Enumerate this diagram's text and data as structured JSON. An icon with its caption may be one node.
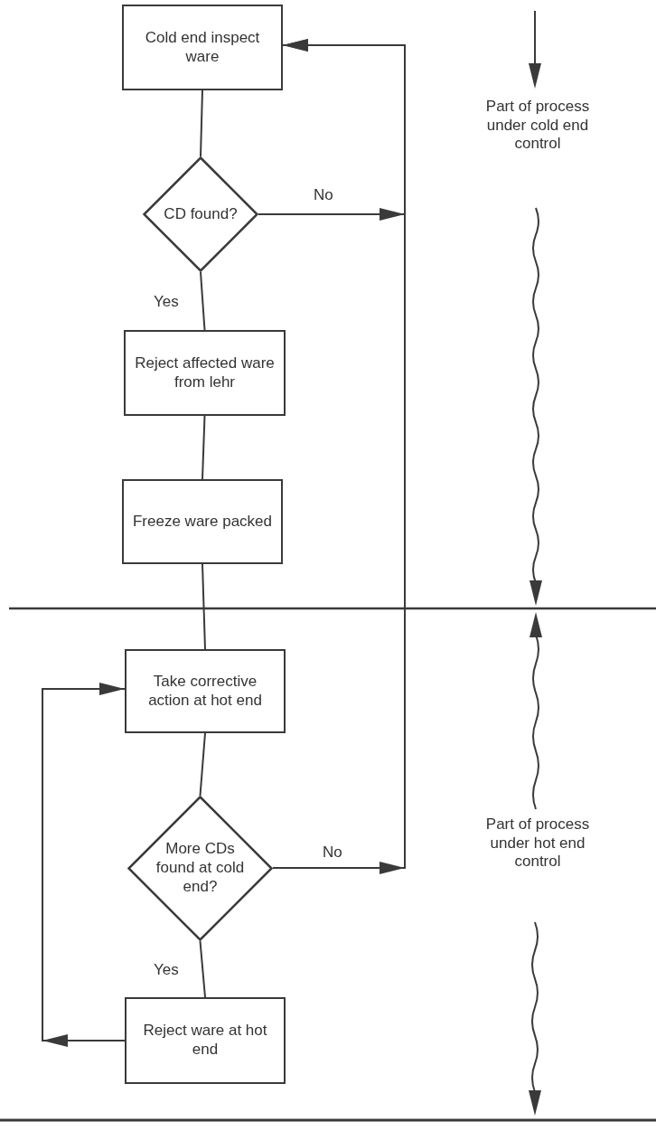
{
  "diagram": {
    "nodes": [
      {
        "text": [
          "Cold end inspect ware"
        ]
      },
      {
        "text": [
          "CD found?"
        ]
      },
      {
        "text": [
          "Reject affected ware from lehr"
        ]
      },
      {
        "text": [
          "Freeze ware packed"
        ]
      },
      {
        "text": [
          "Take corrective action at hot end"
        ]
      },
      {
        "text": [
          "More CDs found at cold end?"
        ]
      },
      {
        "text": [
          "Reject ware at hot end"
        ]
      }
    ],
    "edges": [
      {
        "from": 0,
        "to": 1,
        "arrow": "none"
      },
      {
        "from": 1,
        "to": 0,
        "arrow": "to",
        "label": "No"
      },
      {
        "from": 1,
        "to": 2,
        "arrow": "none",
        "label": "Yes"
      },
      {
        "from": 2,
        "to": 3,
        "arrow": "none"
      },
      {
        "from": 3,
        "to": 4,
        "arrow": "none"
      },
      {
        "from": 4,
        "to": 5,
        "arrow": "none"
      },
      {
        "from": 5,
        "to": 0,
        "arrow": "to",
        "label": "No"
      },
      {
        "from": 5,
        "to": 6,
        "arrow": "none",
        "label": "Yes"
      },
      {
        "from": 6,
        "to": 4,
        "arrow": "to"
      }
    ],
    "labels": [
      "Part of process under cold end control",
      "Part of process under hot end control"
    ]
  }
}
